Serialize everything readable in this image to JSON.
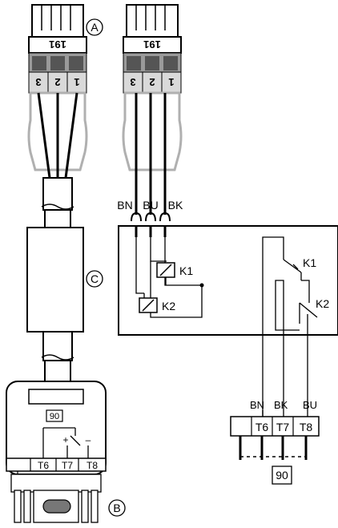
{
  "callouts": {
    "a": "A",
    "b": "B",
    "c": "C"
  },
  "plug_label": "191",
  "plug_pins": [
    "3",
    "2",
    "1"
  ],
  "wire_labels": {
    "bn": "BN",
    "bu": "BU",
    "bk": "BK"
  },
  "relays": {
    "k1": "K1",
    "k2": "K2"
  },
  "contacts": {
    "k1": "K1",
    "k2": "K2"
  },
  "terminal_wire_labels": {
    "bn": "BN",
    "bk": "BK",
    "bu": "BU"
  },
  "terminals": [
    "T6",
    "T7",
    "T8"
  ],
  "plug_90_label": "90",
  "device_terminals": [
    "T6",
    "T7",
    "T8"
  ],
  "device_label": "90",
  "device_symbols": {
    "plus": "+",
    "minus": "–"
  }
}
